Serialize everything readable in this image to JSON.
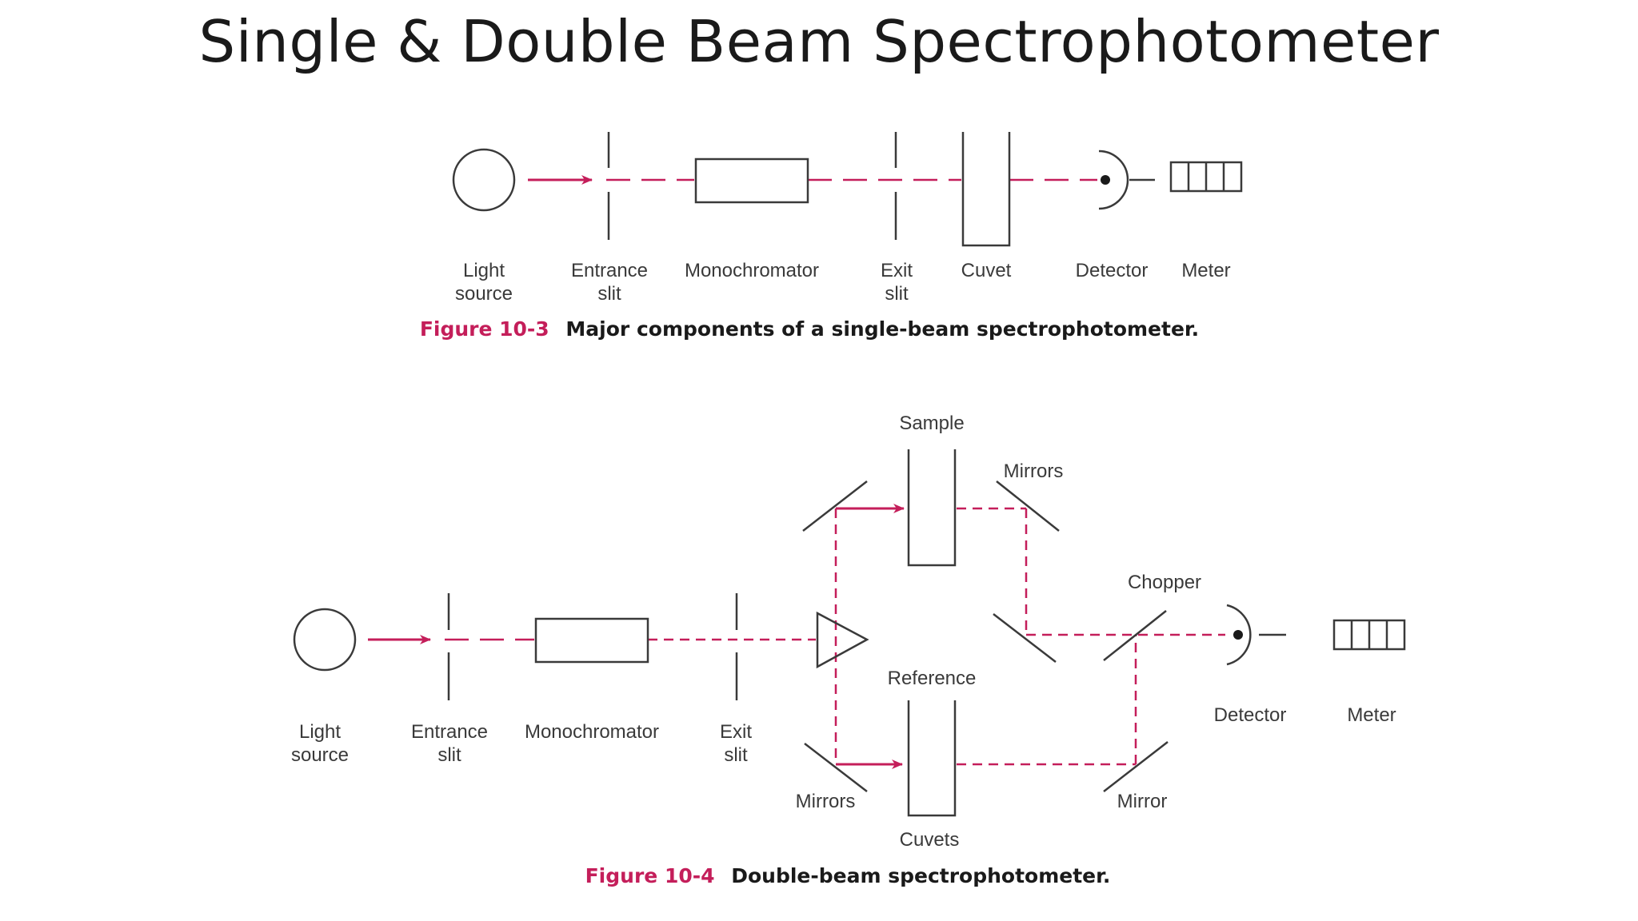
{
  "slide": {
    "title": "Single & Double Beam Spectrophotometer"
  },
  "colors": {
    "beam": "#c41e5a",
    "line": "#3a3a3a",
    "caption_number": "#c41e5a",
    "caption_text": "#1a1a1a"
  },
  "figure_single": {
    "labels": {
      "light_source": [
        "Light",
        "source"
      ],
      "entrance_slit": [
        "Entrance",
        "slit"
      ],
      "monochromator": "Monochromator",
      "exit_slit": [
        "Exit",
        "slit"
      ],
      "cuvet": "Cuvet",
      "detector": "Detector",
      "meter": "Meter"
    },
    "caption_number": "Figure 10-3",
    "caption_text": "Major components of a single-beam spectrophotometer."
  },
  "figure_double": {
    "labels": {
      "light_source": [
        "Light",
        "source"
      ],
      "entrance_slit": [
        "Entrance",
        "slit"
      ],
      "monochromator": "Monochromator",
      "exit_slit": [
        "Exit",
        "slit"
      ],
      "sample": "Sample",
      "mirrors_top": "Mirrors",
      "chopper": "Chopper",
      "reference": "Reference",
      "detector": "Detector",
      "meter": "Meter",
      "mirrors_bottom": "Mirrors",
      "cuvets": "Cuvets",
      "mirror": "Mirror"
    },
    "caption_number": "Figure 10-4",
    "caption_text": "Double-beam spectrophotometer."
  }
}
